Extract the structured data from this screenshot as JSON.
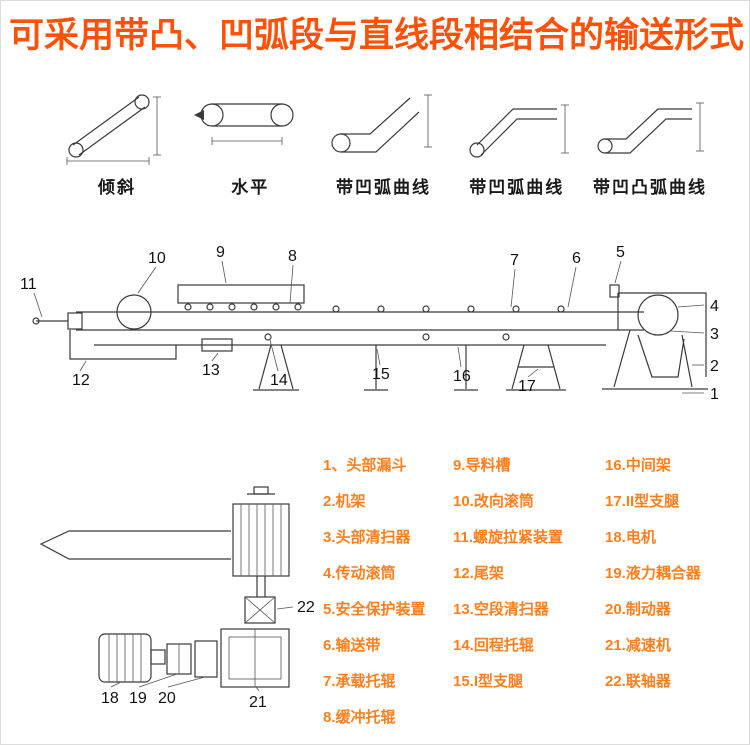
{
  "title": "可采用带凸、凹弧段与直线段相结合的输送形式",
  "colors": {
    "title": "#ff5208",
    "legend": "#ff7f1e",
    "line": "#3a3a3a"
  },
  "config_labels": [
    "倾斜",
    "水平",
    "带凹弧曲线",
    "带凹弧曲线",
    "带凹凸弧曲线"
  ],
  "main_callouts": {
    "top": [
      "10",
      "9",
      "8",
      "7",
      "6",
      "5"
    ],
    "left": [
      "11"
    ],
    "bottom": [
      "12",
      "13",
      "14",
      "15",
      "16",
      "17"
    ],
    "right": [
      "4",
      "3",
      "2",
      "1"
    ]
  },
  "drive_callouts": [
    "18",
    "19",
    "20",
    "21",
    "22"
  ],
  "legend": {
    "col1": [
      "1、头部漏斗",
      "2.机架",
      "3.头部清扫器",
      "4.传动滚筒",
      "5.安全保护装置",
      "6.输送带",
      "7.承载托辊",
      "8.缓冲托辊"
    ],
    "col2": [
      "9.导料槽",
      "10.改向滚筒",
      "11.螺旋拉紧装置",
      "12.尾架",
      "13.空段清扫器",
      "14.回程托辊",
      "15.I型支腿"
    ],
    "col3": [
      "16.中间架",
      "17.II型支腿",
      "18.电机",
      "19.液力耦合器",
      "20.制动器",
      "21.减速机",
      "22.联轴器"
    ]
  }
}
